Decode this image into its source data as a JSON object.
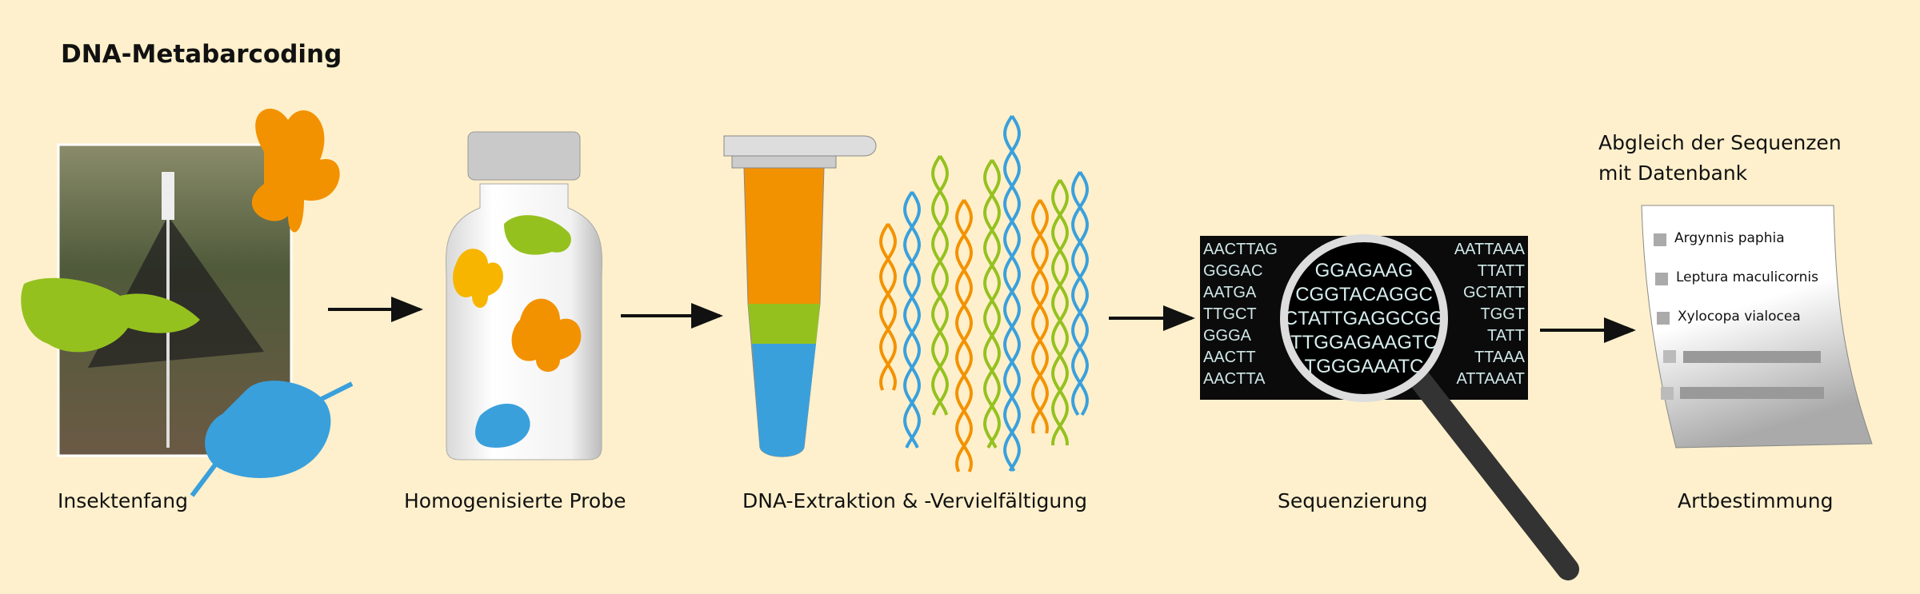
{
  "title": "DNA-Metabarcoding",
  "steps": [
    {
      "label": "Insektenfang"
    },
    {
      "label": "Homogenisierte Probe"
    },
    {
      "label": "DNA-Extraktion & -Vervielfältigung"
    },
    {
      "label": "Sequenzierung"
    },
    {
      "label": "Artbestimmung"
    }
  ],
  "database_caption": "Abgleich der Sequenzen\nmit Datenbank",
  "species": [
    "Argynnis paphia",
    "Leptura maculicornis",
    "Xylocopa vialocea"
  ],
  "sequence_lines": [
    "GGAGAAG",
    "CGGTACAGGC",
    "CTATTGAGGCGG",
    "TTGGAGAAGTC",
    "TGGGAAATC"
  ],
  "sequence_side_left": [
    "AACTTAG",
    "GGGAC",
    "AATGA",
    "TTGCT",
    "GGGA",
    "AACTT",
    "AACTTA"
  ],
  "sequence_side_right": [
    "AATTAAA",
    "TTATT",
    "GCTATT",
    "TGGT",
    "TATT",
    "TTAAA",
    "ATTAAAT"
  ],
  "colors": {
    "background": "#fef0cc",
    "orange": "#f39200",
    "green": "#95c11f",
    "blue": "#3aa0dc",
    "yellow": "#f7b500"
  }
}
